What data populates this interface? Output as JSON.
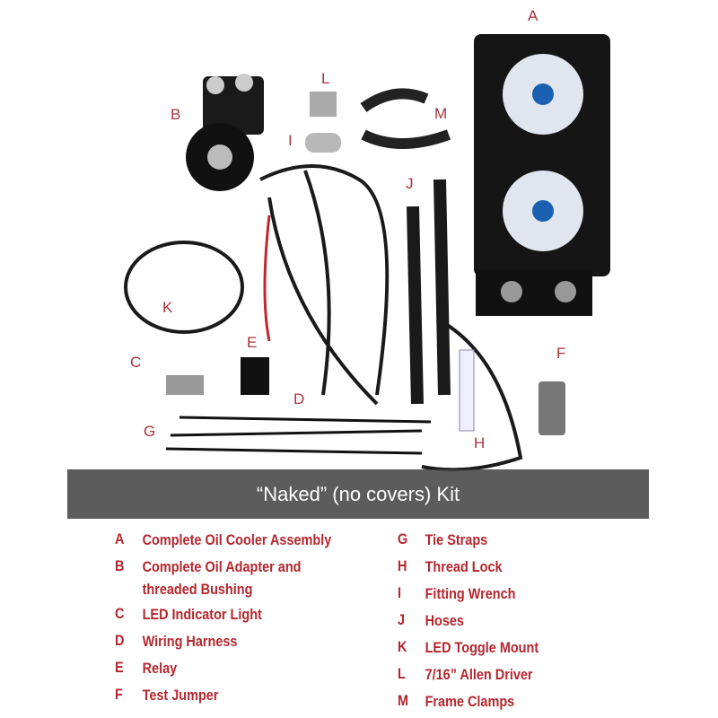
{
  "photo_labels": [
    "A",
    "B",
    "C",
    "D",
    "E",
    "F",
    "G",
    "H",
    "I",
    "J",
    "K",
    "L",
    "M"
  ],
  "banner": "“Naked” (no covers) Kit",
  "parts_left": [
    {
      "key": "A",
      "name": "Complete Oil Cooler Assembly"
    },
    {
      "key": "B",
      "name": "Complete Oil Adapter and\n threaded Bushing"
    },
    {
      "key": "C",
      "name": "LED Indicator Light"
    },
    {
      "key": "D",
      "name": "Wiring Harness"
    },
    {
      "key": "E",
      "name": "Relay"
    },
    {
      "key": "F",
      "name": "Test Jumper"
    }
  ],
  "parts_right": [
    {
      "key": "G",
      "name": "Tie Straps"
    },
    {
      "key": "H",
      "name": "Thread Lock"
    },
    {
      "key": "I",
      "name": "Fitting Wrench"
    },
    {
      "key": "J",
      "name": "Hoses"
    },
    {
      "key": "K",
      "name": "LED Toggle Mount"
    },
    {
      "key": "L",
      "name": "7/16” Allen Driver"
    },
    {
      "key": "M",
      "name": "Frame Clamps"
    }
  ],
  "colors": {
    "label_red": "#b5262e",
    "banner_bg": "#464646"
  }
}
